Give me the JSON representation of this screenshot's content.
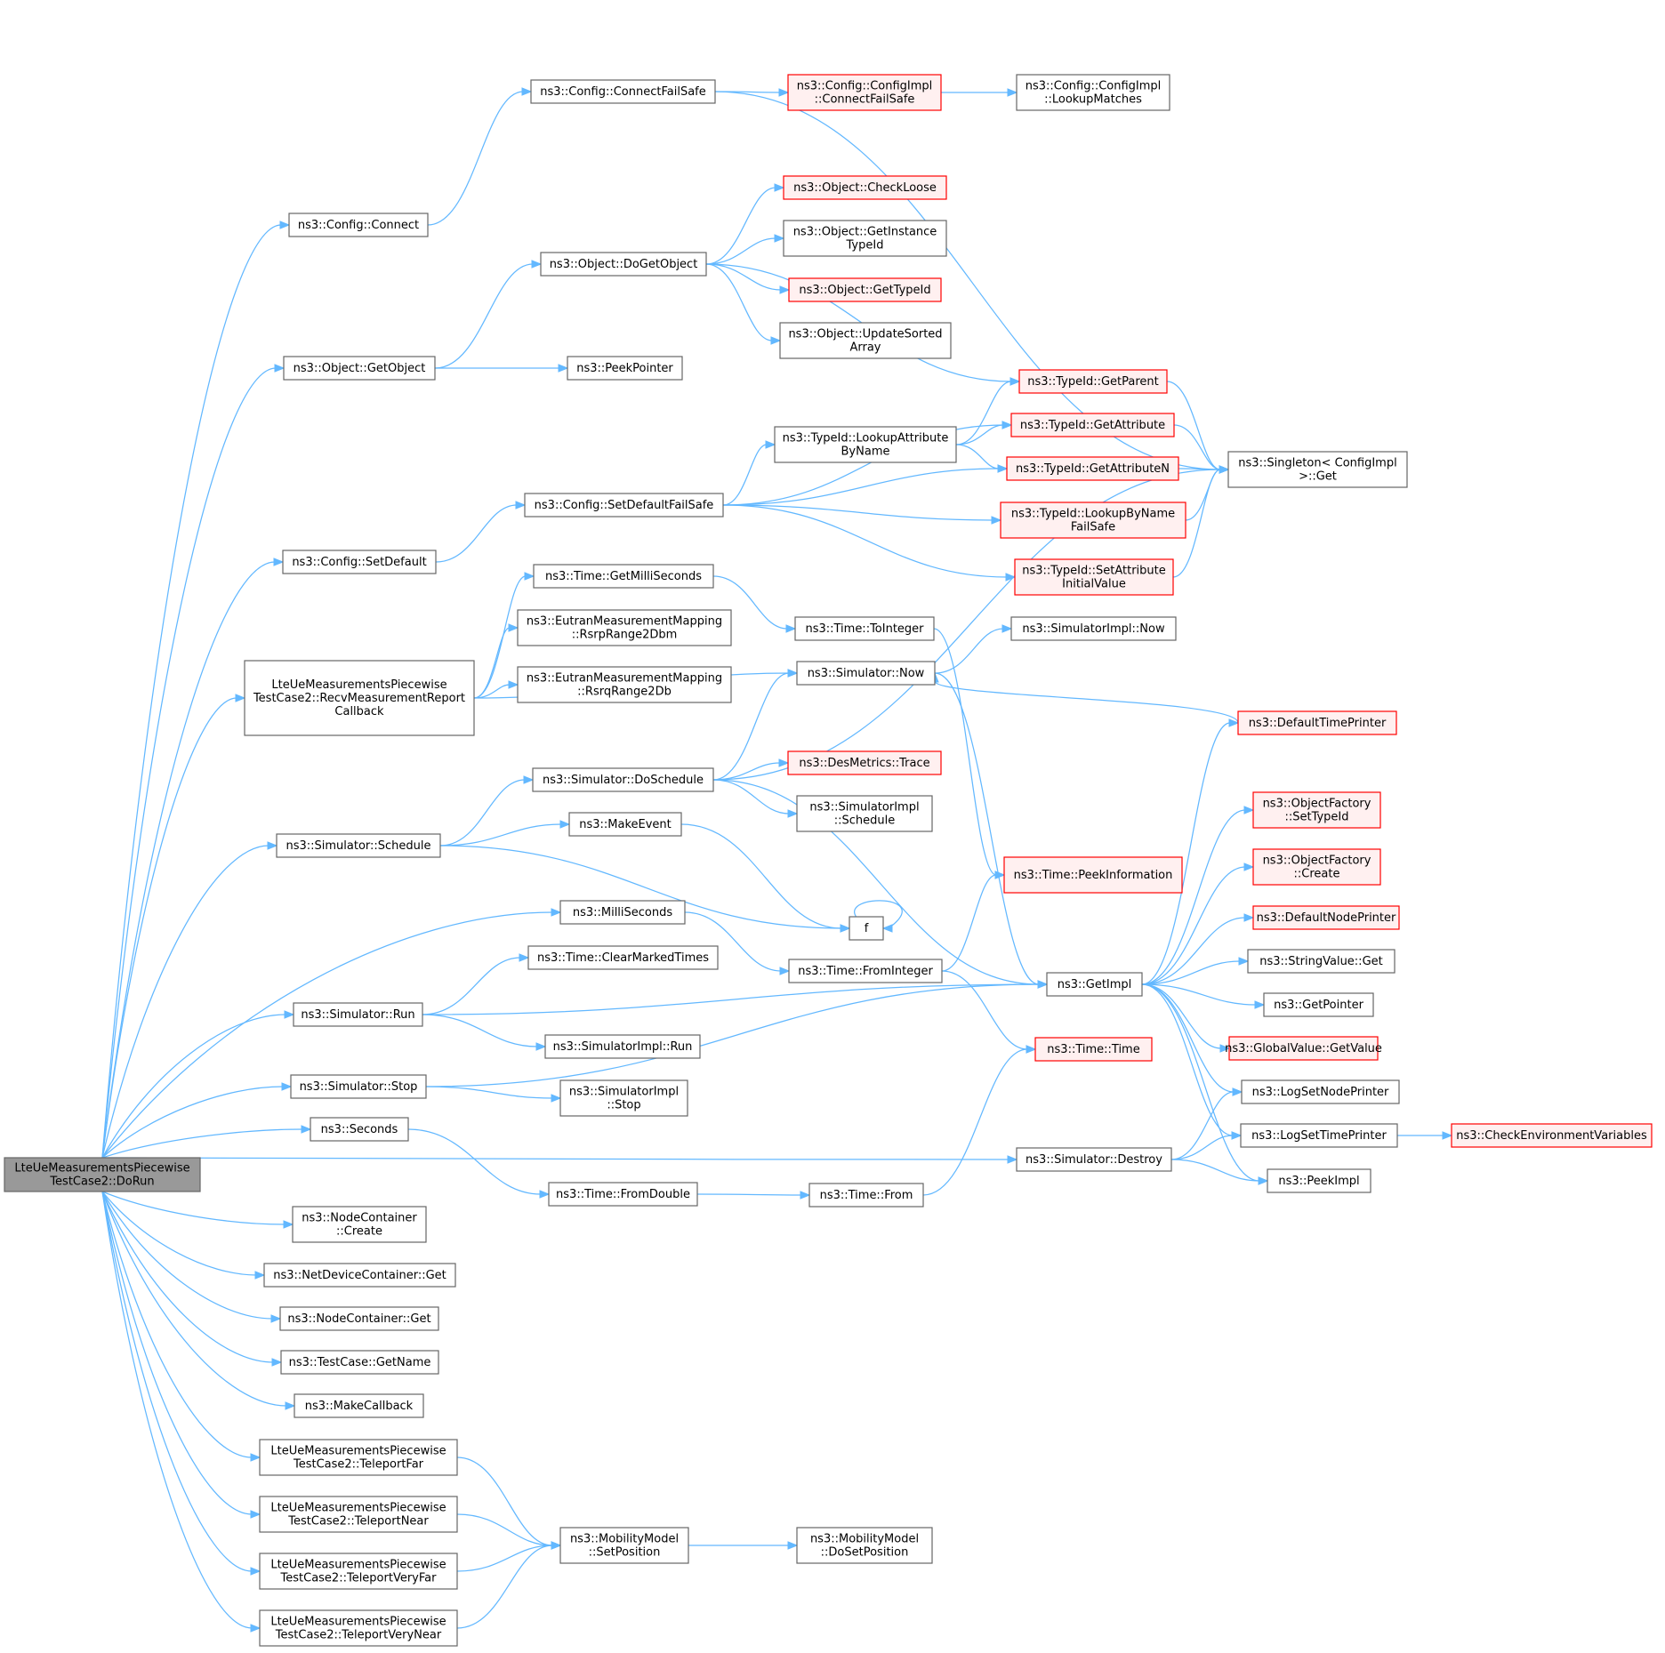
{
  "nodes": [
    {
      "id": "root",
      "lines": [
        "LteUeMeasurementsPiecewise",
        "TestCase2::DoRun"
      ],
      "style": "root"
    },
    {
      "id": "cfgConnectFailSafe",
      "lines": [
        "ns3::Config::ConnectFailSafe"
      ],
      "style": "normal"
    },
    {
      "id": "cfgImplConnectFailSafe",
      "lines": [
        "ns3::Config::ConfigImpl",
        "::ConnectFailSafe"
      ],
      "style": "red"
    },
    {
      "id": "cfgImplLookupMatches",
      "lines": [
        "ns3::Config::ConfigImpl",
        "::LookupMatches"
      ],
      "style": "normal"
    },
    {
      "id": "cfgConnect",
      "lines": [
        "ns3::Config::Connect"
      ],
      "style": "normal"
    },
    {
      "id": "objCheckLoose",
      "lines": [
        "ns3::Object::CheckLoose"
      ],
      "style": "red"
    },
    {
      "id": "objGetInstanceTypeId",
      "lines": [
        "ns3::Object::GetInstance",
        "TypeId"
      ],
      "style": "normal"
    },
    {
      "id": "objDoGetObject",
      "lines": [
        "ns3::Object::DoGetObject"
      ],
      "style": "normal"
    },
    {
      "id": "objGetTypeId",
      "lines": [
        "ns3::Object::GetTypeId"
      ],
      "style": "red"
    },
    {
      "id": "objUpdateSortedArray",
      "lines": [
        "ns3::Object::UpdateSorted",
        "Array"
      ],
      "style": "normal"
    },
    {
      "id": "objGetObject",
      "lines": [
        "ns3::Object::GetObject"
      ],
      "style": "normal"
    },
    {
      "id": "peekPointer",
      "lines": [
        "ns3::PeekPointer"
      ],
      "style": "normal"
    },
    {
      "id": "typeGetParent",
      "lines": [
        "ns3::TypeId::GetParent"
      ],
      "style": "red"
    },
    {
      "id": "typeLookupAttrByName",
      "lines": [
        "ns3::TypeId::LookupAttribute",
        "ByName"
      ],
      "style": "normal"
    },
    {
      "id": "typeGetAttribute",
      "lines": [
        "ns3::TypeId::GetAttribute"
      ],
      "style": "red"
    },
    {
      "id": "singletonGet",
      "lines": [
        "ns3::Singleton< ConfigImpl",
        ">::Get"
      ],
      "style": "normal"
    },
    {
      "id": "typeGetAttributeN",
      "lines": [
        "ns3::TypeId::GetAttributeN"
      ],
      "style": "red"
    },
    {
      "id": "cfgSetDefaultFailSafe",
      "lines": [
        "ns3::Config::SetDefaultFailSafe"
      ],
      "style": "normal"
    },
    {
      "id": "typeLookupByNameFailSafe",
      "lines": [
        "ns3::TypeId::LookupByName",
        "FailSafe"
      ],
      "style": "red"
    },
    {
      "id": "cfgSetDefault",
      "lines": [
        "ns3::Config::SetDefault"
      ],
      "style": "normal"
    },
    {
      "id": "typeSetAttrInitialValue",
      "lines": [
        "ns3::TypeId::SetAttribute",
        "InitialValue"
      ],
      "style": "red"
    },
    {
      "id": "timeGetMilliSeconds",
      "lines": [
        "ns3::Time::GetMilliSeconds"
      ],
      "style": "normal"
    },
    {
      "id": "eutranRsrp",
      "lines": [
        "ns3::EutranMeasurementMapping",
        "::RsrpRange2Dbm"
      ],
      "style": "normal"
    },
    {
      "id": "timeToInteger",
      "lines": [
        "ns3::Time::ToInteger"
      ],
      "style": "normal"
    },
    {
      "id": "simImplNow",
      "lines": [
        "ns3::SimulatorImpl::Now"
      ],
      "style": "normal"
    },
    {
      "id": "recvMeasCallback",
      "lines": [
        "LteUeMeasurementsPiecewise",
        "TestCase2::RecvMeasurementReport",
        "Callback"
      ],
      "style": "normal"
    },
    {
      "id": "eutranRsrq",
      "lines": [
        "ns3::EutranMeasurementMapping",
        "::RsrqRange2Db"
      ],
      "style": "normal"
    },
    {
      "id": "simNow",
      "lines": [
        "ns3::Simulator::Now"
      ],
      "style": "normal"
    },
    {
      "id": "defaultTimePrinter",
      "lines": [
        "ns3::DefaultTimePrinter"
      ],
      "style": "red"
    },
    {
      "id": "simDoSchedule",
      "lines": [
        "ns3::Simulator::DoSchedule"
      ],
      "style": "normal"
    },
    {
      "id": "desMetricsTrace",
      "lines": [
        "ns3::DesMetrics::Trace"
      ],
      "style": "red"
    },
    {
      "id": "simImplSchedule",
      "lines": [
        "ns3::SimulatorImpl",
        "::Schedule"
      ],
      "style": "normal"
    },
    {
      "id": "objFactorySetTypeId",
      "lines": [
        "ns3::ObjectFactory",
        "::SetTypeId"
      ],
      "style": "red"
    },
    {
      "id": "makeEvent",
      "lines": [
        "ns3::MakeEvent"
      ],
      "style": "normal"
    },
    {
      "id": "simSchedule",
      "lines": [
        "ns3::Simulator::Schedule"
      ],
      "style": "normal"
    },
    {
      "id": "timePeekInformation",
      "lines": [
        "ns3::Time::PeekInformation"
      ],
      "style": "red"
    },
    {
      "id": "objFactoryCreate",
      "lines": [
        "ns3::ObjectFactory",
        "::Create"
      ],
      "style": "red"
    },
    {
      "id": "milliSeconds",
      "lines": [
        "ns3::MilliSeconds"
      ],
      "style": "normal"
    },
    {
      "id": "f",
      "lines": [
        "f"
      ],
      "style": "normal"
    },
    {
      "id": "defaultNodePrinter",
      "lines": [
        "ns3::DefaultNodePrinter"
      ],
      "style": "red"
    },
    {
      "id": "timeClearMarkedTimes",
      "lines": [
        "ns3::Time::ClearMarkedTimes"
      ],
      "style": "normal"
    },
    {
      "id": "timeFromInteger",
      "lines": [
        "ns3::Time::FromInteger"
      ],
      "style": "normal"
    },
    {
      "id": "stringValueGet",
      "lines": [
        "ns3::StringValue::Get"
      ],
      "style": "normal"
    },
    {
      "id": "getImpl",
      "lines": [
        "ns3::GetImpl"
      ],
      "style": "normal"
    },
    {
      "id": "simRun",
      "lines": [
        "ns3::Simulator::Run"
      ],
      "style": "normal"
    },
    {
      "id": "getPointer",
      "lines": [
        "ns3::GetPointer"
      ],
      "style": "normal"
    },
    {
      "id": "simImplRun",
      "lines": [
        "ns3::SimulatorImpl::Run"
      ],
      "style": "normal"
    },
    {
      "id": "timeTime",
      "lines": [
        "ns3::Time::Time"
      ],
      "style": "red"
    },
    {
      "id": "globalValueGetValue",
      "lines": [
        "ns3::GlobalValue::GetValue"
      ],
      "style": "red"
    },
    {
      "id": "simStop",
      "lines": [
        "ns3::Simulator::Stop"
      ],
      "style": "normal"
    },
    {
      "id": "simImplStop",
      "lines": [
        "ns3::SimulatorImpl",
        "::Stop"
      ],
      "style": "normal"
    },
    {
      "id": "logSetNodePrinter",
      "lines": [
        "ns3::LogSetNodePrinter"
      ],
      "style": "normal"
    },
    {
      "id": "seconds",
      "lines": [
        "ns3::Seconds"
      ],
      "style": "normal"
    },
    {
      "id": "logSetTimePrinter",
      "lines": [
        "ns3::LogSetTimePrinter"
      ],
      "style": "normal"
    },
    {
      "id": "checkEnvVars",
      "lines": [
        "ns3::CheckEnvironmentVariables"
      ],
      "style": "red"
    },
    {
      "id": "simDestroy",
      "lines": [
        "ns3::Simulator::Destroy"
      ],
      "style": "normal"
    },
    {
      "id": "peekImpl",
      "lines": [
        "ns3::PeekImpl"
      ],
      "style": "normal"
    },
    {
      "id": "timeFromDouble",
      "lines": [
        "ns3::Time::FromDouble"
      ],
      "style": "normal"
    },
    {
      "id": "timeFrom",
      "lines": [
        "ns3::Time::From"
      ],
      "style": "normal"
    },
    {
      "id": "nodeContainerCreate",
      "lines": [
        "ns3::NodeContainer",
        "::Create"
      ],
      "style": "normal"
    },
    {
      "id": "netDevContainerGet",
      "lines": [
        "ns3::NetDeviceContainer::Get"
      ],
      "style": "normal"
    },
    {
      "id": "nodeContainerGet",
      "lines": [
        "ns3::NodeContainer::Get"
      ],
      "style": "normal"
    },
    {
      "id": "testCaseGetName",
      "lines": [
        "ns3::TestCase::GetName"
      ],
      "style": "normal"
    },
    {
      "id": "makeCallback",
      "lines": [
        "ns3::MakeCallback"
      ],
      "style": "normal"
    },
    {
      "id": "teleportFar",
      "lines": [
        "LteUeMeasurementsPiecewise",
        "TestCase2::TeleportFar"
      ],
      "style": "normal"
    },
    {
      "id": "teleportNear",
      "lines": [
        "LteUeMeasurementsPiecewise",
        "TestCase2::TeleportNear"
      ],
      "style": "normal"
    },
    {
      "id": "mobilitySetPosition",
      "lines": [
        "ns3::MobilityModel",
        "::SetPosition"
      ],
      "style": "normal"
    },
    {
      "id": "mobilityDoSetPosition",
      "lines": [
        "ns3::MobilityModel",
        "::DoSetPosition"
      ],
      "style": "normal"
    },
    {
      "id": "teleportVeryFar",
      "lines": [
        "LteUeMeasurementsPiecewise",
        "TestCase2::TeleportVeryFar"
      ],
      "style": "normal"
    },
    {
      "id": "teleportVeryNear",
      "lines": [
        "LteUeMeasurementsPiecewise",
        "TestCase2::TeleportVeryNear"
      ],
      "style": "normal"
    }
  ],
  "edges": [
    [
      "root",
      "cfgConnect"
    ],
    [
      "root",
      "objGetObject"
    ],
    [
      "root",
      "cfgSetDefault"
    ],
    [
      "root",
      "recvMeasCallback"
    ],
    [
      "root",
      "simSchedule"
    ],
    [
      "root",
      "milliSeconds"
    ],
    [
      "root",
      "simRun"
    ],
    [
      "root",
      "simStop"
    ],
    [
      "root",
      "seconds"
    ],
    [
      "root",
      "simDestroy"
    ],
    [
      "root",
      "nodeContainerCreate"
    ],
    [
      "root",
      "netDevContainerGet"
    ],
    [
      "root",
      "nodeContainerGet"
    ],
    [
      "root",
      "testCaseGetName"
    ],
    [
      "root",
      "makeCallback"
    ],
    [
      "root",
      "teleportFar"
    ],
    [
      "root",
      "teleportNear"
    ],
    [
      "root",
      "teleportVeryFar"
    ],
    [
      "root",
      "teleportVeryNear"
    ],
    [
      "cfgConnect",
      "cfgConnectFailSafe"
    ],
    [
      "cfgConnectFailSafe",
      "cfgImplConnectFailSafe"
    ],
    [
      "cfgImplConnectFailSafe",
      "cfgImplLookupMatches"
    ],
    [
      "cfgConnectFailSafe",
      "singletonGet"
    ],
    [
      "objGetObject",
      "objDoGetObject"
    ],
    [
      "objGetObject",
      "peekPointer"
    ],
    [
      "objDoGetObject",
      "objCheckLoose"
    ],
    [
      "objDoGetObject",
      "objGetInstanceTypeId"
    ],
    [
      "objDoGetObject",
      "objGetTypeId"
    ],
    [
      "objDoGetObject",
      "objUpdateSortedArray"
    ],
    [
      "objDoGetObject",
      "typeGetParent"
    ],
    [
      "cfgSetDefault",
      "cfgSetDefaultFailSafe"
    ],
    [
      "cfgSetDefaultFailSafe",
      "typeLookupAttrByName"
    ],
    [
      "cfgSetDefaultFailSafe",
      "typeGetAttribute"
    ],
    [
      "cfgSetDefaultFailSafe",
      "typeGetAttributeN"
    ],
    [
      "cfgSetDefaultFailSafe",
      "typeLookupByNameFailSafe"
    ],
    [
      "cfgSetDefaultFailSafe",
      "typeSetAttrInitialValue"
    ],
    [
      "typeLookupAttrByName",
      "typeGetParent"
    ],
    [
      "typeLookupAttrByName",
      "typeGetAttribute"
    ],
    [
      "typeLookupAttrByName",
      "typeGetAttributeN"
    ],
    [
      "typeGetParent",
      "singletonGet"
    ],
    [
      "typeGetAttribute",
      "singletonGet"
    ],
    [
      "typeGetAttributeN",
      "singletonGet"
    ],
    [
      "typeLookupByNameFailSafe",
      "singletonGet"
    ],
    [
      "typeSetAttrInitialValue",
      "singletonGet"
    ],
    [
      "recvMeasCallback",
      "timeGetMilliSeconds"
    ],
    [
      "recvMeasCallback",
      "eutranRsrp"
    ],
    [
      "recvMeasCallback",
      "eutranRsrq"
    ],
    [
      "recvMeasCallback",
      "simNow"
    ],
    [
      "timeGetMilliSeconds",
      "timeToInteger"
    ],
    [
      "timeToInteger",
      "timePeekInformation"
    ],
    [
      "simNow",
      "simImplNow"
    ],
    [
      "simNow",
      "getImpl"
    ],
    [
      "defaultTimePrinter",
      "simNow"
    ],
    [
      "simSchedule",
      "simDoSchedule"
    ],
    [
      "simSchedule",
      "makeEvent"
    ],
    [
      "simSchedule",
      "f"
    ],
    [
      "simDoSchedule",
      "simNow"
    ],
    [
      "simDoSchedule",
      "desMetricsTrace"
    ],
    [
      "simDoSchedule",
      "simImplSchedule"
    ],
    [
      "simDoSchedule",
      "getImpl"
    ],
    [
      "simDoSchedule",
      "singletonGet"
    ],
    [
      "makeEvent",
      "f"
    ],
    [
      "f",
      "f"
    ],
    [
      "milliSeconds",
      "timeFromInteger"
    ],
    [
      "timeFromInteger",
      "timePeekInformation"
    ],
    [
      "timeFromInteger",
      "timeTime"
    ],
    [
      "simRun",
      "timeClearMarkedTimes"
    ],
    [
      "simRun",
      "getImpl"
    ],
    [
      "simRun",
      "simImplRun"
    ],
    [
      "simStop",
      "simImplStop"
    ],
    [
      "simStop",
      "getImpl"
    ],
    [
      "seconds",
      "timeFromDouble"
    ],
    [
      "timeFromDouble",
      "timeFrom"
    ],
    [
      "timeFrom",
      "timeTime"
    ],
    [
      "getImpl",
      "defaultTimePrinter"
    ],
    [
      "getImpl",
      "objFactorySetTypeId"
    ],
    [
      "getImpl",
      "objFactoryCreate"
    ],
    [
      "getImpl",
      "defaultNodePrinter"
    ],
    [
      "getImpl",
      "stringValueGet"
    ],
    [
      "getImpl",
      "getPointer"
    ],
    [
      "getImpl",
      "globalValueGetValue"
    ],
    [
      "getImpl",
      "logSetNodePrinter"
    ],
    [
      "getImpl",
      "logSetTimePrinter"
    ],
    [
      "getImpl",
      "peekImpl"
    ],
    [
      "simDestroy",
      "logSetNodePrinter"
    ],
    [
      "simDestroy",
      "logSetTimePrinter"
    ],
    [
      "simDestroy",
      "peekImpl"
    ],
    [
      "logSetTimePrinter",
      "checkEnvVars"
    ],
    [
      "teleportFar",
      "mobilitySetPosition"
    ],
    [
      "teleportNear",
      "mobilitySetPosition"
    ],
    [
      "teleportVeryFar",
      "mobilitySetPosition"
    ],
    [
      "teleportVeryNear",
      "mobilitySetPosition"
    ],
    [
      "mobilitySetPosition",
      "mobilityDoSetPosition"
    ]
  ],
  "colors": {
    "edge": "#63b8ff",
    "normal_border": "#666666",
    "red_border": "#ff0000",
    "red_fill": "#fff0f0",
    "root_fill": "#999999"
  }
}
